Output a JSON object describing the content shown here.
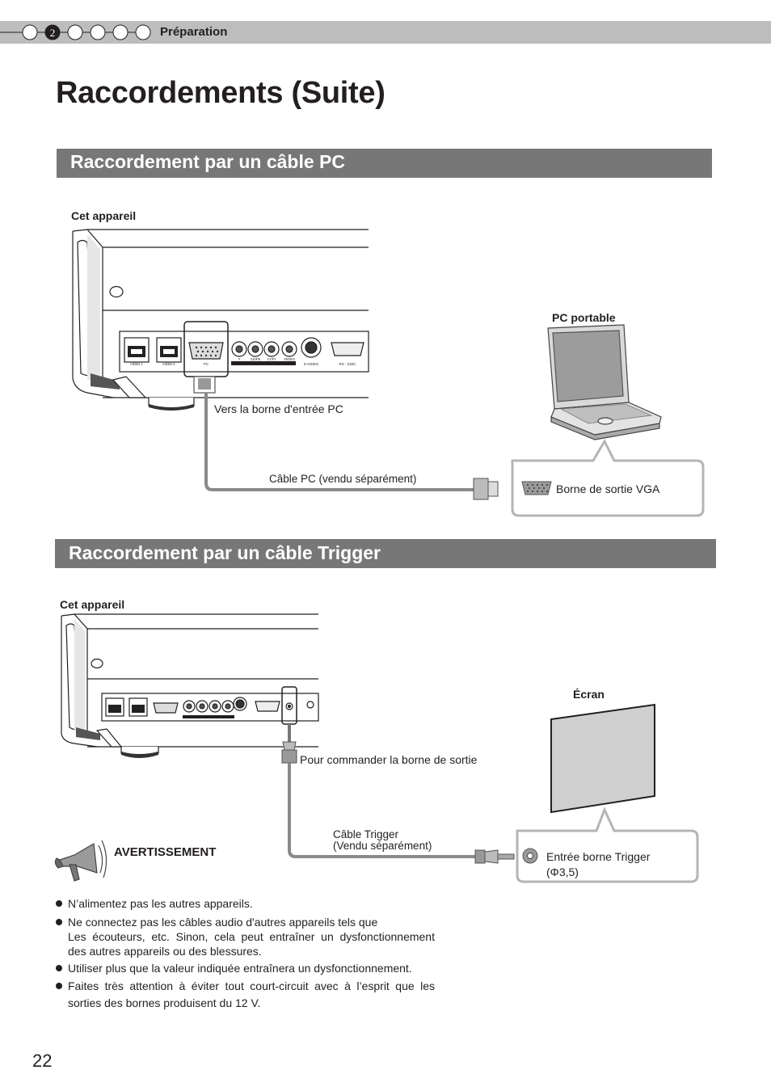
{
  "header": {
    "chapter_active": "2",
    "section": "Préparation"
  },
  "title": "Raccordements (Suite)",
  "section_pc": {
    "heading": "Raccordement par un câble PC",
    "device_label": "Cet appareil",
    "pc_label": "PC portable",
    "input_label": "Vers la borne d'entrée PC",
    "cable_label": "Câble PC (vendu séparément)",
    "output_label": "Borne de sortie VGA",
    "ports": [
      "HDMI 1",
      "HDMI 2",
      "PC",
      "Y",
      "Cb/Pb",
      "Cr/Pr",
      "VIDEO",
      "S-VIDEO",
      "RS - 232C"
    ]
  },
  "section_trigger": {
    "heading": "Raccordement par un câble Trigger",
    "device_label": "Cet appareil",
    "screen_label": "Écran",
    "control_label": "Pour commander la borne de sortie",
    "cable_label_line1": "Câble Trigger",
    "cable_label_line2": "(Vendu séparément)",
    "input_label_line1": "Entrée borne Trigger",
    "input_label_line2": "(Φ3,5)"
  },
  "warning": {
    "heading": "AVERTISSEMENT",
    "items": [
      {
        "lines": [
          "N’alimentez pas les autres appareils."
        ]
      },
      {
        "lines": [
          "Ne connectez pas les câbles audio d'autres appareils tels que",
          "Les écouteurs, etc. Sinon, cela peut entraîner un dysfonctionnement",
          "des autres appareils ou des blessures."
        ]
      },
      {
        "lines": [
          "Utiliser plus que la valeur indiquée entraînera un dysfonctionnement."
        ]
      },
      {
        "lines": [
          "Faites très attention à éviter tout court-circuit avec à l’esprit que les",
          "sorties des bornes produisent du 12 V."
        ]
      }
    ]
  },
  "page_number": "22",
  "colors": {
    "section_bar": "#777777",
    "top_bar": "#bdbdbd",
    "cable": "#8a8a8a",
    "callout_border": "#b5b5b5"
  }
}
